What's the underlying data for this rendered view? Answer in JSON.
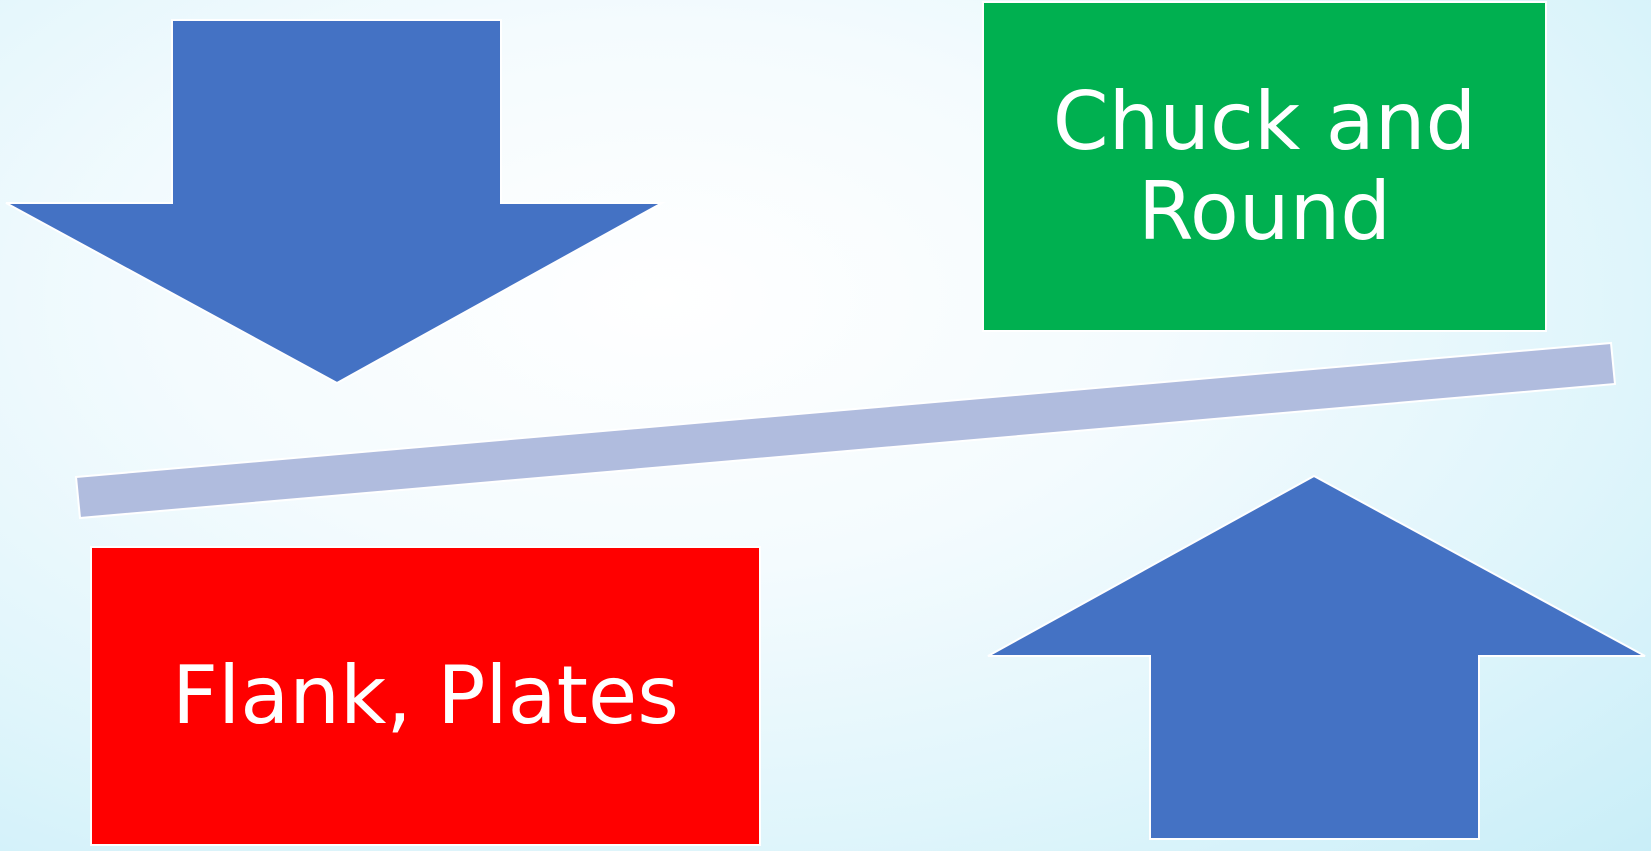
{
  "diagram": {
    "boxes": [
      {
        "id": "top-right",
        "label": "Chuck and Round",
        "color": "#00b050"
      },
      {
        "id": "bottom-left",
        "label": "Flank, Plates",
        "color": "#ff0000"
      }
    ],
    "colors": {
      "arrow": "#4472c4",
      "seesaw_beam": "#b0bcde",
      "outline": "#ffffff"
    }
  }
}
